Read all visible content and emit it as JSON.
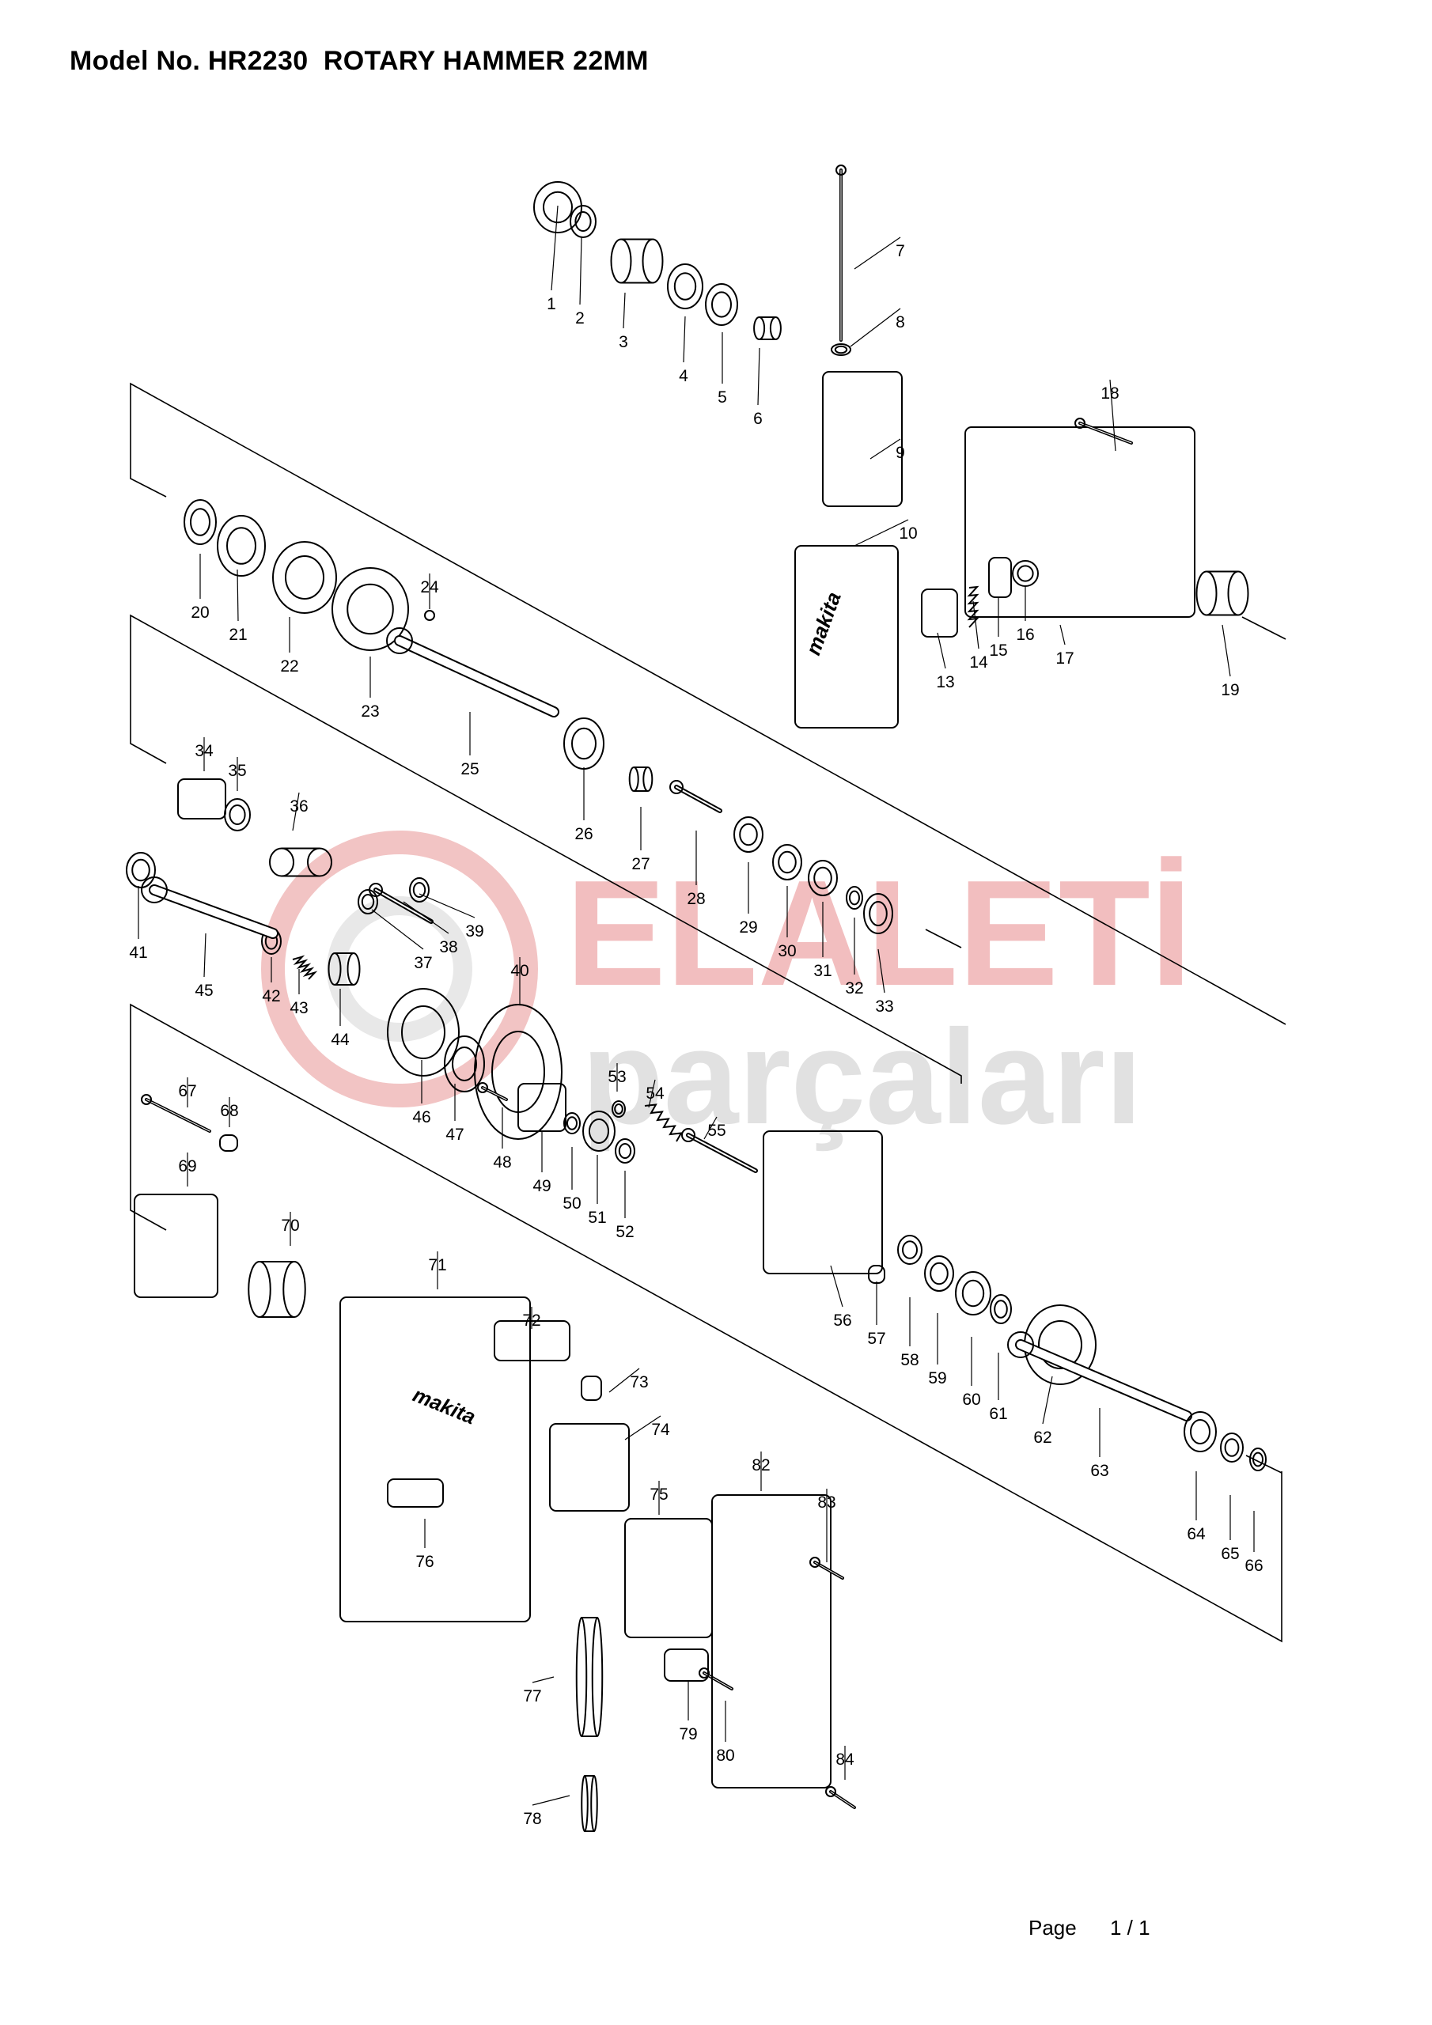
{
  "header": {
    "title": "Model No. HR2230  ROTARY HAMMER 22MM"
  },
  "footer": {
    "page_label": "Page",
    "page_value": "1 / 1"
  },
  "watermark": {
    "line1": "ELALETİ",
    "line2": "parçaları",
    "color1": "#e8898a",
    "color2": "#c8c8c8"
  },
  "parts": [
    {
      "no": "1"
    },
    {
      "no": "2"
    },
    {
      "no": "3"
    },
    {
      "no": "4"
    },
    {
      "no": "5"
    },
    {
      "no": "6"
    },
    {
      "no": "7"
    },
    {
      "no": "8"
    },
    {
      "no": "9"
    },
    {
      "no": "10"
    },
    {
      "no": "13"
    },
    {
      "no": "14"
    },
    {
      "no": "15"
    },
    {
      "no": "16"
    },
    {
      "no": "17"
    },
    {
      "no": "18"
    },
    {
      "no": "19"
    },
    {
      "no": "20"
    },
    {
      "no": "21"
    },
    {
      "no": "22"
    },
    {
      "no": "23"
    },
    {
      "no": "24"
    },
    {
      "no": "25"
    },
    {
      "no": "26"
    },
    {
      "no": "27"
    },
    {
      "no": "28"
    },
    {
      "no": "29"
    },
    {
      "no": "30"
    },
    {
      "no": "31"
    },
    {
      "no": "32"
    },
    {
      "no": "33"
    },
    {
      "no": "34"
    },
    {
      "no": "35"
    },
    {
      "no": "36"
    },
    {
      "no": "37"
    },
    {
      "no": "38"
    },
    {
      "no": "39"
    },
    {
      "no": "40"
    },
    {
      "no": "41"
    },
    {
      "no": "42"
    },
    {
      "no": "43"
    },
    {
      "no": "44"
    },
    {
      "no": "45"
    },
    {
      "no": "46"
    },
    {
      "no": "47"
    },
    {
      "no": "48"
    },
    {
      "no": "49"
    },
    {
      "no": "50"
    },
    {
      "no": "51"
    },
    {
      "no": "52"
    },
    {
      "no": "53"
    },
    {
      "no": "54"
    },
    {
      "no": "55"
    },
    {
      "no": "56"
    },
    {
      "no": "57"
    },
    {
      "no": "58"
    },
    {
      "no": "59"
    },
    {
      "no": "60"
    },
    {
      "no": "61"
    },
    {
      "no": "62"
    },
    {
      "no": "63"
    },
    {
      "no": "64"
    },
    {
      "no": "65"
    },
    {
      "no": "66"
    },
    {
      "no": "67"
    },
    {
      "no": "68"
    },
    {
      "no": "69"
    },
    {
      "no": "70"
    },
    {
      "no": "71"
    },
    {
      "no": "72"
    },
    {
      "no": "73"
    },
    {
      "no": "74"
    },
    {
      "no": "75"
    },
    {
      "no": "76"
    },
    {
      "no": "77"
    },
    {
      "no": "78"
    },
    {
      "no": "79"
    },
    {
      "no": "80"
    },
    {
      "no": "82"
    },
    {
      "no": "83"
    },
    {
      "no": "84"
    }
  ],
  "brand_marks": [
    "makita",
    "makita"
  ]
}
